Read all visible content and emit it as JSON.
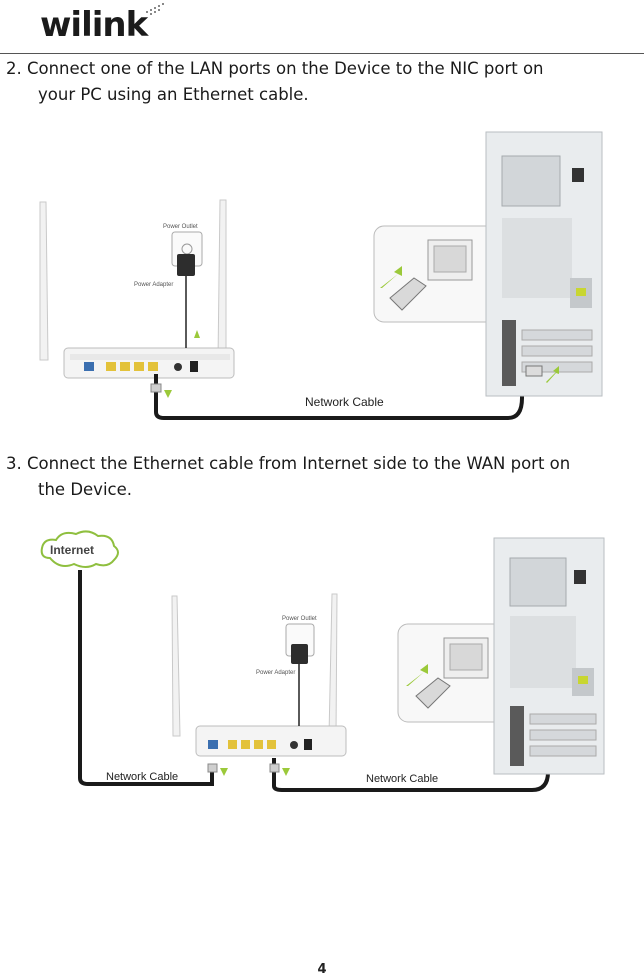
{
  "header": {
    "logo_text": "wilink"
  },
  "steps": [
    {
      "line1": "2. Connect one of the LAN ports on the Device to the NIC port on",
      "line2": "your PC using an Ethernet cable."
    },
    {
      "line1": "3. Connect the Ethernet cable from Internet side to the WAN port on",
      "line2": "the Device."
    }
  ],
  "figure1": {
    "power_outlet": "Power Outlet",
    "power_adapter": "Power Adapter",
    "cable_label": "Network Cable"
  },
  "figure2": {
    "internet": "Internet",
    "power_outlet": "Power Outlet",
    "power_adapter": "Power Adapter",
    "cable_label_left": "Network Cable",
    "cable_label_right": "Network Cable"
  },
  "footer": {
    "page_number": "4"
  },
  "colors": {
    "cable": "#1a1a1a",
    "arrow_green": "#9bc93a",
    "port_yellow": "#e3c23a",
    "port_blue": "#3b6fb0",
    "cloud_green": "#8fbf3f"
  }
}
